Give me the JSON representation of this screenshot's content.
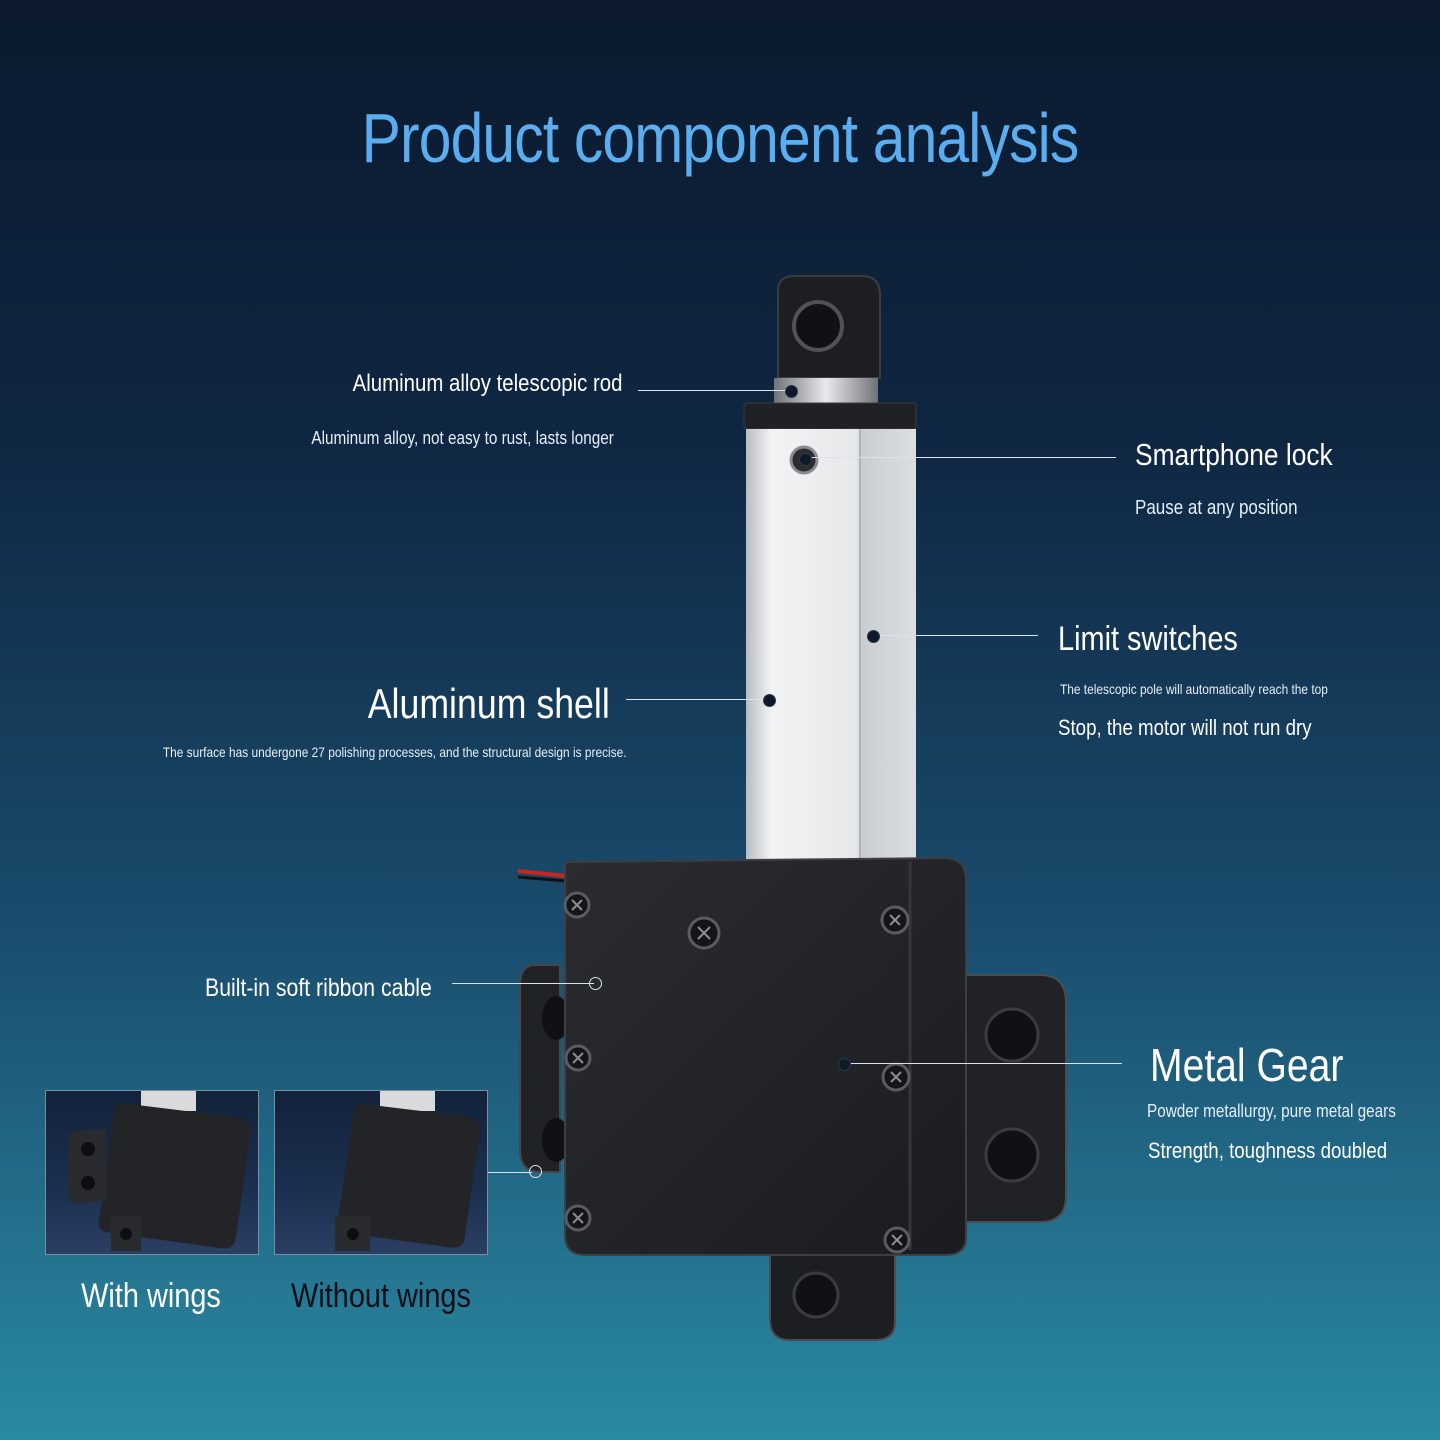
{
  "title": "Product component analysis",
  "callouts": {
    "telescopic_rod": {
      "label": "Aluminum alloy telescopic rod",
      "desc": "Aluminum alloy, not easy to rust, lasts longer"
    },
    "smartphone_lock": {
      "label": "Smartphone lock",
      "desc": "Pause at any position"
    },
    "limit_switches": {
      "label": "Limit switches",
      "desc_1": "The telescopic pole will automatically reach the top",
      "desc_2": "Stop, the motor will not run dry"
    },
    "aluminum_shell": {
      "label": "Aluminum shell",
      "desc": "The surface has undergone 27 polishing processes, and the structural design is precise."
    },
    "ribbon_cable": {
      "label": "Built-in soft ribbon cable"
    },
    "metal_gear": {
      "label": "Metal Gear",
      "desc_1": "Powder metallurgy, pure metal gears",
      "desc_2": "Strength, toughness doubled"
    }
  },
  "variants": [
    {
      "label": "With wings"
    },
    {
      "label": "Without wings"
    }
  ],
  "colors": {
    "title": "#5aaef0",
    "text": "#ffffff",
    "caption_dark": "#0a0f18"
  }
}
